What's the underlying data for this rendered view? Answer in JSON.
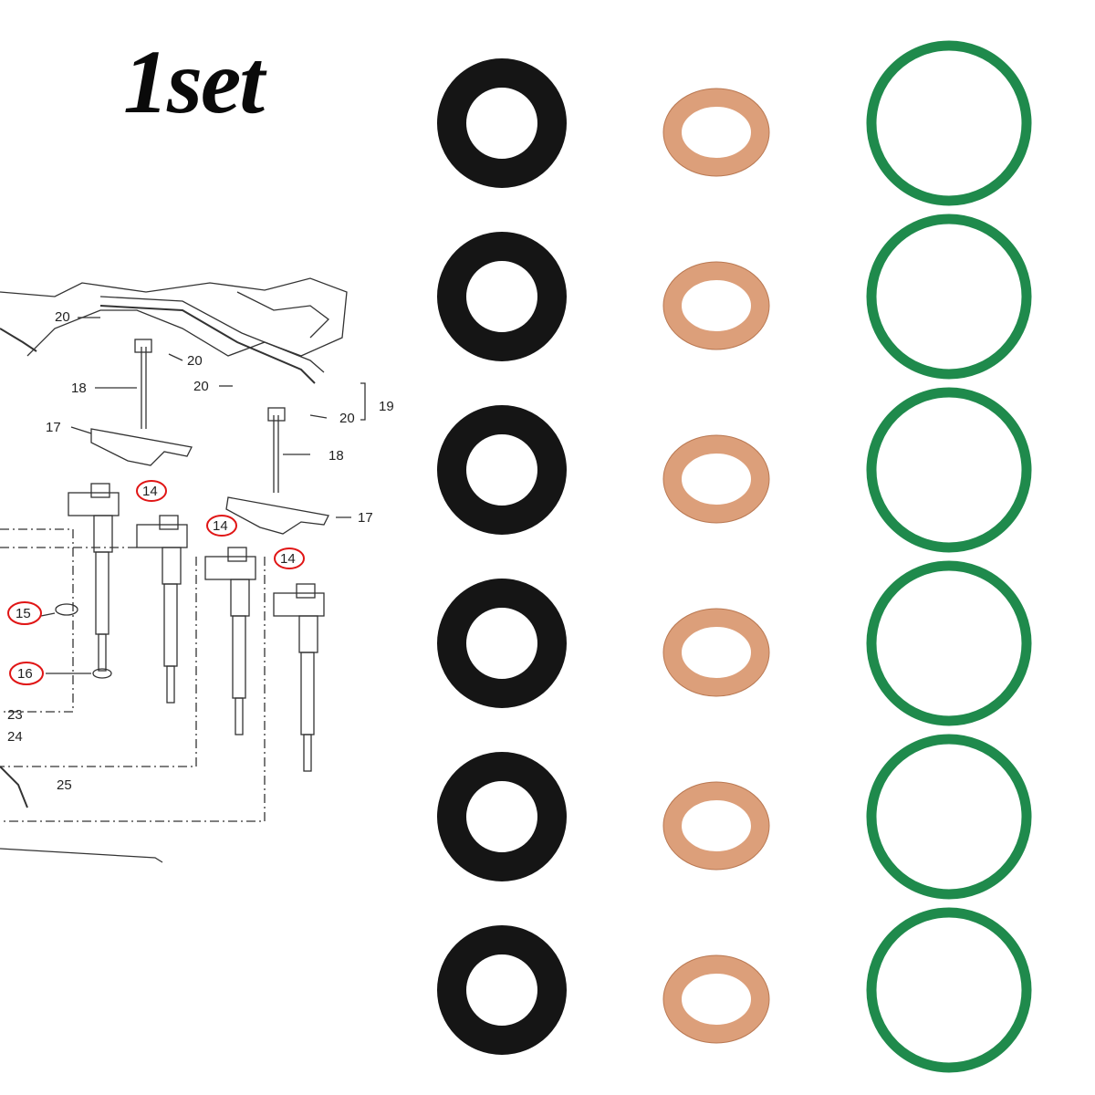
{
  "headline": "1set",
  "colors": {
    "o_ring_black": "#151515",
    "copper_washer": "#dc9f7a",
    "o_ring_green": "#1f8a4c",
    "callout_circle": "#e01515",
    "diagram_line": "#333333"
  },
  "diagram": {
    "part_labels": [
      "20",
      "20",
      "20",
      "20",
      "18",
      "18",
      "17",
      "17",
      "19",
      "14",
      "14",
      "14",
      "15",
      "16",
      "23",
      "24",
      "25"
    ],
    "circled_labels": [
      "14",
      "15",
      "16"
    ]
  },
  "rings": {
    "rows": 6,
    "columns": [
      "black-o-ring",
      "copper-washer",
      "green-o-ring"
    ]
  }
}
